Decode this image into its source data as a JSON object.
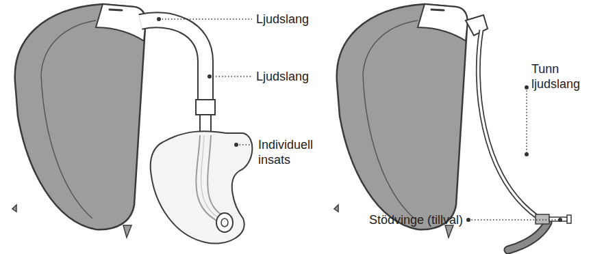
{
  "diagram": {
    "labels": [
      "Ljudslang",
      "Ljudslang",
      "Individuell insats",
      "Tunn ljudslang",
      "Stödvinge (tillval)"
    ]
  }
}
